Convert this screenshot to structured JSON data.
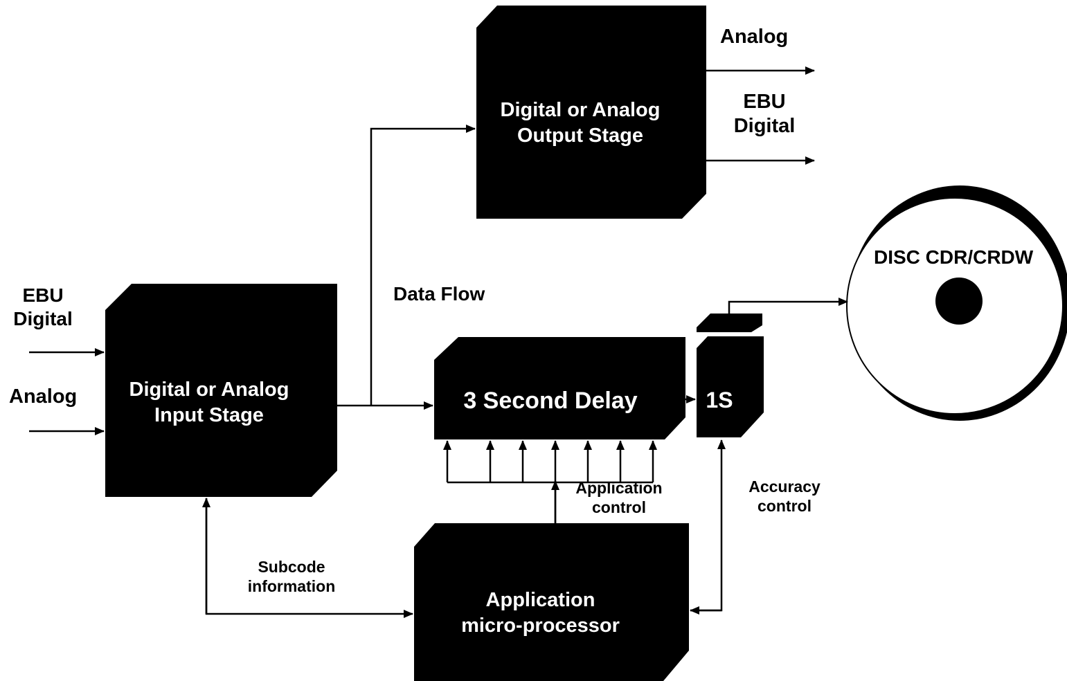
{
  "colors": {
    "block_fill": "#000000",
    "block_text": "#ffffff",
    "line": "#000000",
    "background": "#ffffff",
    "disc_fill": "#ffffff",
    "disc_hub": "#000000"
  },
  "blocks": {
    "input_stage": {
      "line1": "Digital or Analog",
      "line2": "Input Stage"
    },
    "output_stage": {
      "line1": "Digital or Analog",
      "line2": "Output Stage"
    },
    "delay": {
      "label": "3 Second Delay"
    },
    "buffer": {
      "label": "1S"
    },
    "processor": {
      "line1": "Application",
      "line2": "micro-processor"
    }
  },
  "inputs": {
    "ebu": {
      "line1": "EBU",
      "line2": "Digital"
    },
    "analog": "Analog"
  },
  "outputs": {
    "analog": "Analog",
    "ebu": {
      "line1": "EBU",
      "line2": "Digital"
    }
  },
  "disc": {
    "label": "DISC CDR/CRDW"
  },
  "labels": {
    "data_flow": "Data Flow",
    "application_control": {
      "line1": "Application",
      "line2": "control"
    },
    "accuracy_control": {
      "line1": "Accuracy",
      "line2": "control"
    },
    "subcode": {
      "line1": "Subcode",
      "line2": "information"
    }
  }
}
